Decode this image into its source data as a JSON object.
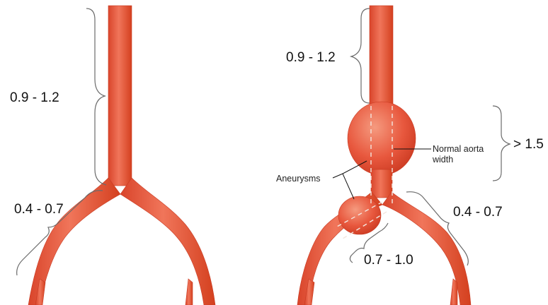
{
  "colors": {
    "vessel": "#e8583e",
    "vessel_dark": "#c83a22",
    "vessel_highlight": "#f59a7f",
    "brace": "#6b6b6b",
    "text": "#111111"
  },
  "left_panel": {
    "aorta_range": "0.9 - 1.2",
    "iliac_range": "0.4 - 0.7"
  },
  "right_panel": {
    "aorta_range": "0.9 - 1.2",
    "aneurysm_range": "> 1.5",
    "iliac_right_range": "0.4 - 0.7",
    "iliac_aneurysm_range": "0.7 - 1.0",
    "normal_width_label": [
      "Normal aorta",
      "width"
    ],
    "aneurysms_label": "Aneurysms"
  }
}
